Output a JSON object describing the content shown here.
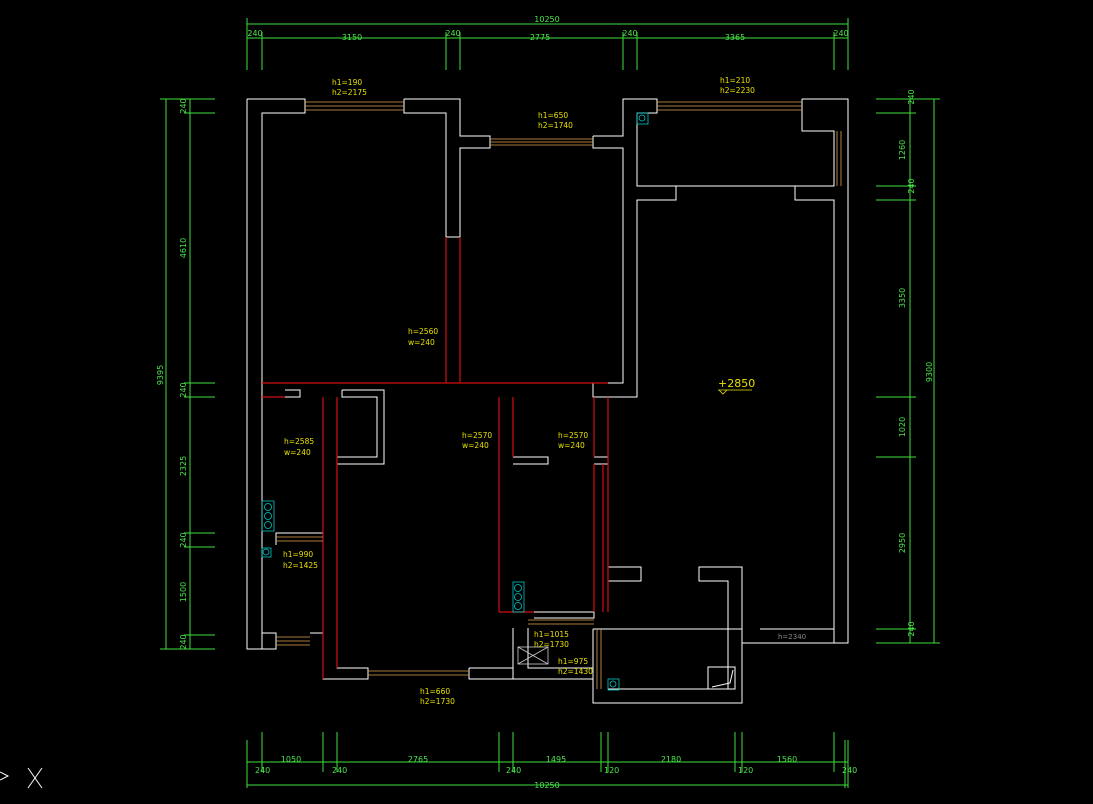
{
  "top_dimensions": {
    "total": "10250",
    "segments": [
      "240",
      "3150",
      "240",
      "2775",
      "240",
      "3365",
      "240"
    ]
  },
  "bottom_dimensions": {
    "total": "10250",
    "segments": [
      "240",
      "1050",
      "240",
      "2765",
      "240",
      "1495",
      "120",
      "2180",
      "120",
      "1560",
      "240"
    ]
  },
  "left_dimensions": {
    "total": "9395",
    "segments": [
      "240",
      "4610",
      "240",
      "2325",
      "240",
      "1500",
      "240"
    ]
  },
  "right_dimensions": {
    "total": "9300",
    "segments": [
      "240",
      "1260",
      "240",
      "3350",
      "1020",
      "2950",
      "240"
    ]
  },
  "annotations": {
    "win1_h1": "h1=190",
    "win1_h2": "h2=2175",
    "win2_h1": "h1=650",
    "win2_h2": "h2=1740",
    "win3_h1": "h1=210",
    "win3_h2": "h2=2230",
    "wall1_h": "h=2560",
    "wall1_w": "w=240",
    "wall2_h": "h=2585",
    "wall2_w": "w=240",
    "wall3_h": "h=2570",
    "wall3_w": "w=240",
    "wall4_h": "h=2570",
    "wall4_w": "w=240",
    "win4_h1": "h1=990",
    "win4_h2": "h2=1425",
    "win5_h1": "h1=1015",
    "win5_h2": "h2=1730",
    "win6_h1": "h1=975",
    "win6_h2": "h2=1430",
    "win7_h1": "h1=660",
    "win7_h2": "h2=1730",
    "beam": "h=2340",
    "elevation": "+2850"
  }
}
